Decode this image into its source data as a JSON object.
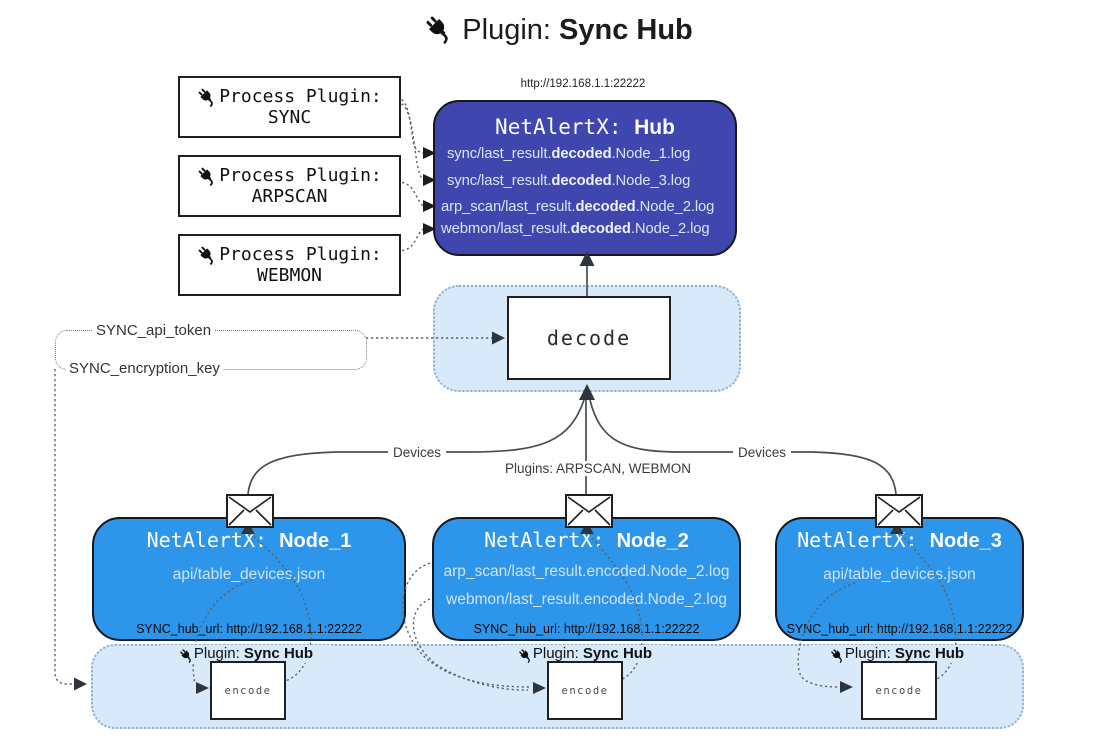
{
  "title": {
    "prefix": "Plugin: ",
    "bold": "Sync Hub"
  },
  "process_plugins": [
    {
      "line1": "Process Plugin:",
      "name": "SYNC"
    },
    {
      "line1": "Process Plugin:",
      "name": "ARPSCAN"
    },
    {
      "line1": "Process Plugin:",
      "name": "WEBMON"
    }
  ],
  "hub": {
    "url": "http://192.168.1.1:22222",
    "title_prefix": "NetAlertX: ",
    "title_bold": "Hub",
    "files": [
      {
        "pre": "sync/last_result.",
        "bold": "decoded",
        "post": ".Node_1.log"
      },
      {
        "pre": "sync/last_result.",
        "bold": "decoded",
        "post": ".Node_3.log"
      },
      {
        "pre": "arp_scan/last_result.",
        "bold": "decoded",
        "post": ".Node_2.log"
      },
      {
        "pre": "webmon/last_result.",
        "bold": "decoded",
        "post": ".Node_2.log"
      }
    ]
  },
  "decode": {
    "label": "decode"
  },
  "config": {
    "api_token": "SYNC_api_token",
    "encryption_key": "SYNC_encryption_key"
  },
  "edge_labels": {
    "devices_left": "Devices",
    "devices_right": "Devices",
    "plugins_center": "Plugins: ARPSCAN, WEBMON"
  },
  "nodes": [
    {
      "title_prefix": "NetAlertX: ",
      "title_bold": "Node_1",
      "files": [
        "api/table_devices.json"
      ],
      "hub_url": "SYNC_hub_url: http://192.168.1.1:22222"
    },
    {
      "title_prefix": "NetAlertX: ",
      "title_bold": "Node_2",
      "files": [
        "arp_scan/last_result.encoded.Node_2.log",
        "webmon/last_result.encoded.Node_2.log"
      ],
      "hub_url": "SYNC_hub_url: http://192.168.1.1:22222"
    },
    {
      "title_prefix": "NetAlertX: ",
      "title_bold": "Node_3",
      "files": [
        "api/table_devices.json"
      ],
      "hub_url": "SYNC_hub_url: http://192.168.1.1:22222"
    }
  ],
  "encoders": [
    {
      "label_prefix": "Plugin: ",
      "label_bold": "Sync Hub",
      "box": "encode"
    },
    {
      "label_prefix": "Plugin: ",
      "label_bold": "Sync Hub",
      "box": "encode"
    },
    {
      "label_prefix": "Plugin: ",
      "label_bold": "Sync Hub",
      "box": "encode"
    }
  ],
  "colors": {
    "hub": "#3f47ae",
    "node": "#2d96ea",
    "band": "#d8e9fa",
    "band_border": "#8fadd1",
    "hub_text": "#dbe4f6",
    "node_text": "#cfe3f8"
  }
}
